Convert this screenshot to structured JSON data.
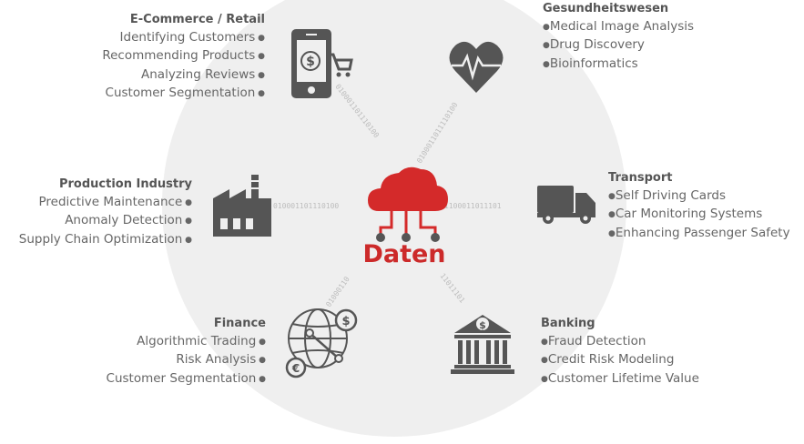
{
  "center": {
    "label": "Daten"
  },
  "connector_bits": {
    "top_left": "010001101110100",
    "top_right": "0100011011110100",
    "left": "010001101110100",
    "right": "1100011011101",
    "bottom_left": "01000110",
    "bottom_right": "11011101"
  },
  "sectors": {
    "ecommerce": {
      "title": "E-Commerce / Retail",
      "items": [
        "Identifying Customers",
        "Recommending Products",
        "Analyzing Reviews",
        "Customer Segmentation"
      ],
      "icon": "smartphone-cart-icon"
    },
    "health": {
      "title": "Gesundheitswesen",
      "items": [
        "Medical Image Analysis",
        "Drug Discovery",
        "Bioinformatics"
      ],
      "icon": "heartbeat-icon"
    },
    "production": {
      "title": "Production Industry",
      "items": [
        "Predictive Maintenance",
        "Anomaly Detection",
        "Supply Chain Optimization"
      ],
      "icon": "factory-icon"
    },
    "transport": {
      "title": "Transport",
      "items": [
        "Self Driving Cards",
        "Car Monitoring Systems",
        "Enhancing Passenger Safety"
      ],
      "icon": "truck-icon"
    },
    "finance": {
      "title": "Finance",
      "items": [
        "Algorithmic Trading",
        "Risk Analysis",
        "Customer Segmentation"
      ],
      "icon": "globe-currency-icon"
    },
    "banking": {
      "title": "Banking",
      "items": [
        "Fraud Detection",
        "Credit Risk Modeling",
        "Customer Lifetime Value"
      ],
      "icon": "bank-icon"
    }
  },
  "colors": {
    "accent": "#d42a2a",
    "icon": "#555555",
    "background_circle": "#efefef",
    "text": "#666666"
  }
}
